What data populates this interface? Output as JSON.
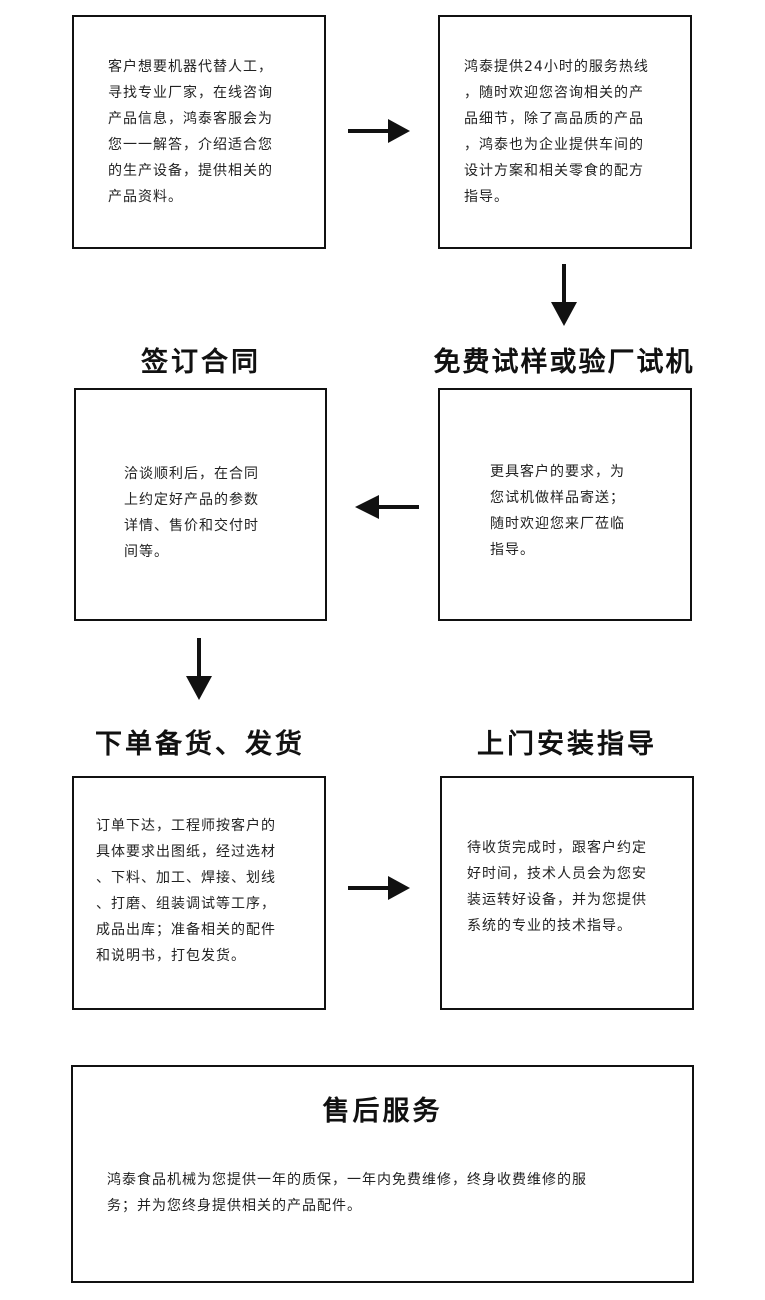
{
  "steps": [
    {
      "title": "",
      "text": "客户想要机器代替人工，\n寻找专业厂家，在线咨询\n产品信息，鸿泰客服会为\n您一一解答，介绍适合您\n的生产设备，提供相关的\n产品资料。"
    },
    {
      "title": "",
      "text": "鸿泰提供24小时的服务热线\n，随时欢迎您咨询相关的产\n品细节，除了高品质的产品\n，鸿泰也为企业提供车间的\n设计方案和相关零食的配方\n指导。"
    },
    {
      "title": "免费试样或验厂试机",
      "text": "更具客户的要求，为\n您试机做样品寄送；\n随时欢迎您来厂莅临\n指导。"
    },
    {
      "title": "签订合同",
      "text": "洽谈顺利后，在合同\n上约定好产品的参数\n详情、售价和交付时\n间等。"
    },
    {
      "title": "下单备货、发货",
      "text": "订单下达，工程师按客户的\n具体要求出图纸，经过选材\n、下料、加工、焊接、划线\n、打磨、组装调试等工序，\n成品出库；准备相关的配件\n和说明书，打包发货。"
    },
    {
      "title": "上门安装指导",
      "text": "待收货完成时，跟客户约定\n好时间，技术人员会为您安\n装运转好设备，并为您提供\n系统的专业的技术指导。"
    }
  ],
  "after_sales": {
    "title": "售后服务",
    "text": "鸿泰食品机械为您提供一年的质保，一年内免费维修，终身收费维修的服\n务；并为您终身提供相关的产品配件。"
  },
  "arrows": [
    "arrow-right",
    "arrow-down",
    "arrow-left",
    "arrow-down",
    "arrow-right"
  ]
}
